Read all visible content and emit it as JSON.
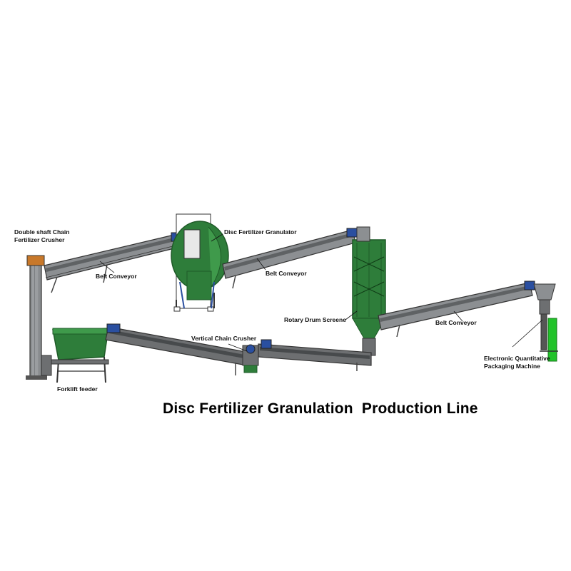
{
  "title": "Disc Fertilizer Granulation  Production Line",
  "labels": {
    "crusher_double_shaft": "Double shaft Chain\nFertilizer Crusher",
    "belt_conveyor_1": "Belt Conveyor",
    "disc_granulator": "Disc Fertilizer Granulator",
    "belt_conveyor_2": "Belt Conveyor",
    "rotary_drum_screen": "Rotary Drum Screene",
    "belt_conveyor_3": "Belt Conveyor",
    "packaging_machine": "Electronic Quantitative\nPackaging Machine",
    "vertical_chain_crusher": "Vertical Chain Crusher",
    "forklift_feeder": "Forklift feeder"
  },
  "colors": {
    "machine_green": "#2e7d3a",
    "dark_green": "#1f5a28",
    "belt_grey": "#8c8f92",
    "frame_dark": "#333333",
    "motor_blue": "#2a4fa0",
    "bright_green": "#22c32a",
    "orange_top": "#c8782a"
  }
}
